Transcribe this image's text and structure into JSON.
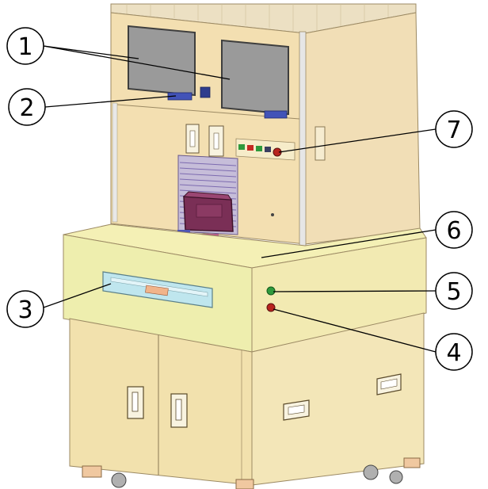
{
  "diagram": {
    "callouts": [
      {
        "id": "c1",
        "label": "1"
      },
      {
        "id": "c2",
        "label": "2"
      },
      {
        "id": "c3",
        "label": "3"
      },
      {
        "id": "c4",
        "label": "4"
      },
      {
        "id": "c5",
        "label": "5"
      },
      {
        "id": "c6",
        "label": "6"
      },
      {
        "id": "c7",
        "label": "7"
      }
    ],
    "colors": {
      "cabinet_top": "#f3dfb1",
      "cabinet_side": "#f1deb6",
      "desk": "#f4f0b5",
      "desk_front": "#eeeeae",
      "base_front": "#f2e1ad",
      "base_side": "#f3e6b8",
      "screen": "#9a9a9a",
      "slot": "#bfe6ee",
      "pink": "#7a2f56",
      "outline": "#9c8a64",
      "green_button": "#2e9a3c",
      "red_button": "#b8241f"
    }
  }
}
